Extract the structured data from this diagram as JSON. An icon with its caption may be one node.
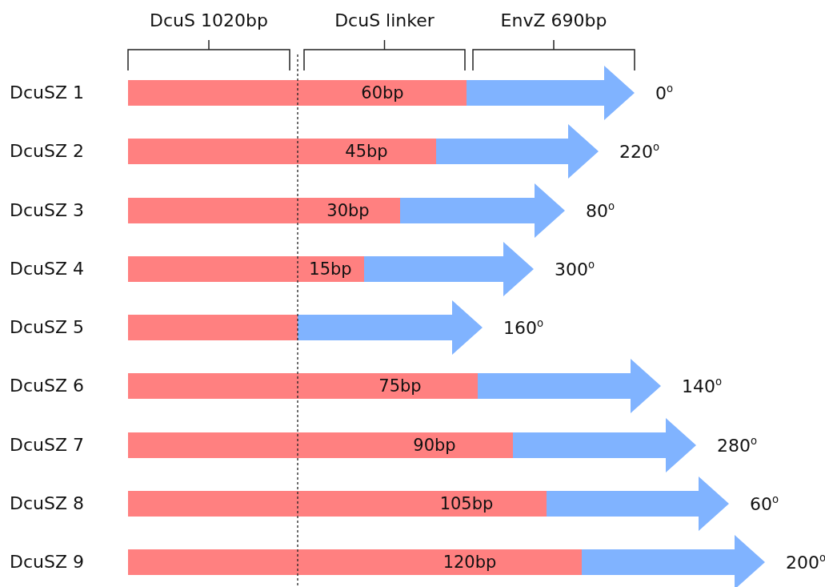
{
  "diagram": {
    "nodes": [
      {
        "text": [
          "60bp"
        ],
        "beside": [
          "DcuSZ 1"
        ]
      },
      {
        "text": [],
        "shape": "arrow",
        "beside": [
          "0$^{o}$"
        ]
      },
      {
        "text": [
          "45bp"
        ],
        "beside": [
          "DcuSZ 2"
        ]
      },
      {
        "text": [],
        "shape": "arrow",
        "beside": [
          "220$^{o}$"
        ]
      },
      {
        "text": [
          "30bp"
        ],
        "beside": [
          "DcuSZ 3"
        ]
      },
      {
        "text": [],
        "shape": "arrow",
        "beside": [
          "80$^{o}$"
        ]
      },
      {
        "text": [
          "15bp"
        ],
        "beside": [
          "DcuSZ 4"
        ]
      },
      {
        "text": [],
        "shape": "arrow",
        "beside": [
          "300$^{o}$"
        ]
      },
      {
        "text": [],
        "shape": "bar",
        "beside": [
          "DcuSZ 5"
        ]
      },
      {
        "text": [],
        "shape": "arrow",
        "beside": [
          "160$^{o}$"
        ]
      },
      {
        "text": [
          "75bp"
        ],
        "beside": [
          "DcuSZ 6"
        ]
      },
      {
        "text": [],
        "shape": "arrow",
        "beside": [
          "140$^{o}$"
        ]
      },
      {
        "text": [
          "90bp"
        ],
        "beside": [
          "DcuSZ 7"
        ]
      },
      {
        "text": [],
        "shape": "arrow",
        "beside": [
          "280$^{o}$"
        ]
      },
      {
        "text": [
          "105bp"
        ],
        "beside": [
          "DcuSZ 8"
        ]
      },
      {
        "text": [],
        "shape": "arrow",
        "beside": [
          "60$^{o}$"
        ]
      },
      {
        "text": [
          "120bp"
        ],
        "beside": [
          "DcuSZ 9"
        ]
      },
      {
        "text": [],
        "shape": "arrow",
        "beside": [
          "200$^{o}$"
        ]
      }
    ],
    "labels": [
      "DcuS 1020bp",
      "DcuS linker",
      "EnvZ 690bp"
    ]
  }
}
